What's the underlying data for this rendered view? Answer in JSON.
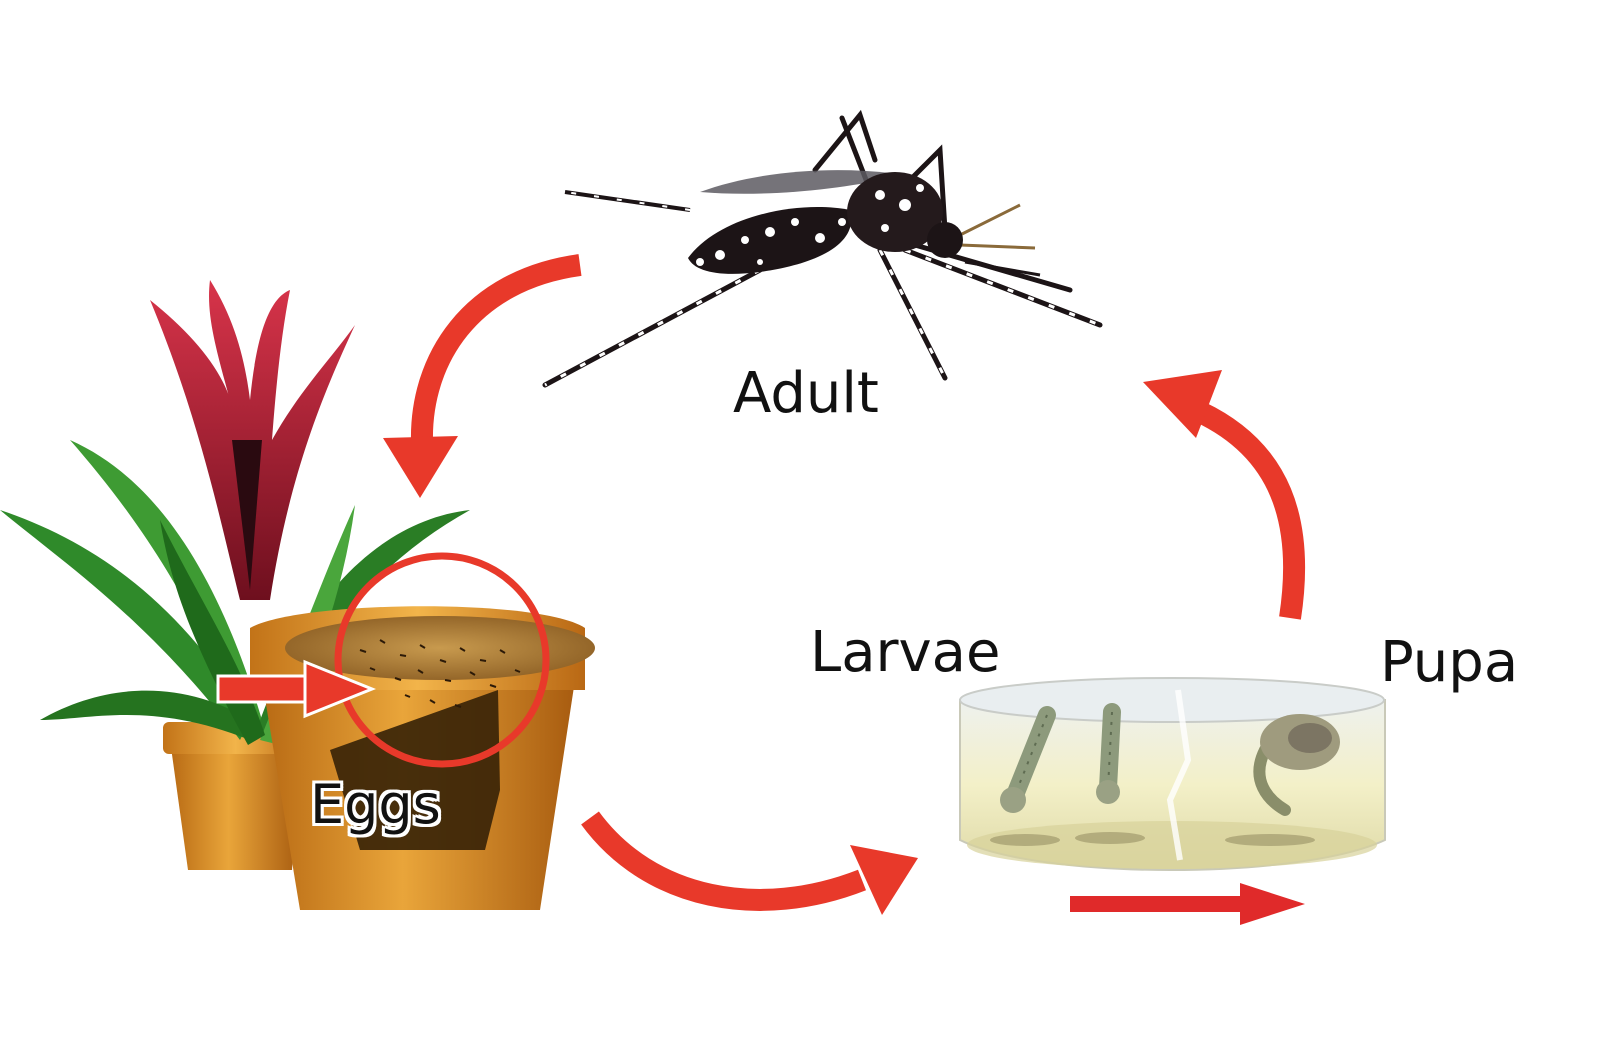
{
  "labels": {
    "adult": "Adult",
    "larvae": "Larvae",
    "pupa": "Pupa",
    "eggs": "Eggs"
  },
  "colors": {
    "cycle_arrow": "#e8392a",
    "pot_orange": "#d98a22",
    "pot_dark": "#9a5510",
    "leaf_green": "#2f8a2a",
    "flower_red": "#b51f2e",
    "mosquito_body": "#1c1416",
    "water": "#f4efc2",
    "highlight_circle": "#e8392a"
  },
  "icons": {
    "adult": "mosquito-icon",
    "eggs": "flower-pot-icon",
    "larvae": "water-dish-icon",
    "pupa": "pupa-icon"
  },
  "cycle_order": [
    "Adult",
    "Eggs",
    "Larvae",
    "Pupa"
  ]
}
